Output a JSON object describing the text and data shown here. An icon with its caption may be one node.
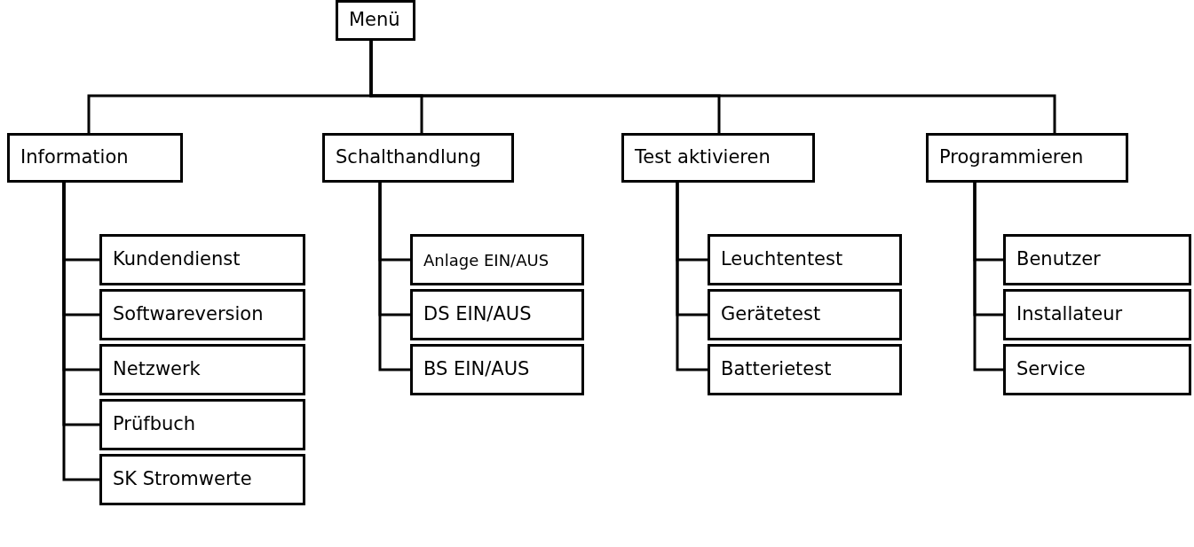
{
  "diagram": {
    "nodes": [
      {
        "text": [
          "Menü"
        ]
      },
      {
        "text": [
          "Information"
        ]
      },
      {
        "text": [
          "Kundendienst"
        ]
      },
      {
        "text": [
          "Softwareversion"
        ]
      },
      {
        "text": [
          "Netzwerk"
        ]
      },
      {
        "text": [
          "Prüfbuch"
        ]
      },
      {
        "text": [
          "SK Stromwerte"
        ]
      },
      {
        "text": [
          "Schalthandlung"
        ]
      },
      {
        "text": [
          "Anlage EIN/AUS"
        ]
      },
      {
        "text": [
          "DS EIN/AUS"
        ]
      },
      {
        "text": [
          "BS EIN/AUS"
        ]
      },
      {
        "text": [
          "Test aktivieren"
        ]
      },
      {
        "text": [
          "Leuchtentest"
        ]
      },
      {
        "text": [
          "Gerätetest"
        ]
      },
      {
        "text": [
          "Batterietest"
        ]
      },
      {
        "text": [
          "Programmieren"
        ]
      },
      {
        "text": [
          "Benutzer"
        ]
      },
      {
        "text": [
          "Installateur"
        ]
      },
      {
        "text": [
          "Service"
        ]
      }
    ],
    "edges": [
      {
        "from": 0,
        "to": 1,
        "arrow": "none"
      },
      {
        "from": 0,
        "to": 7,
        "arrow": "none"
      },
      {
        "from": 0,
        "to": 11,
        "arrow": "none"
      },
      {
        "from": 0,
        "to": 15,
        "arrow": "none"
      },
      {
        "from": 1,
        "to": 2,
        "arrow": "none"
      },
      {
        "from": 1,
        "to": 3,
        "arrow": "none"
      },
      {
        "from": 1,
        "to": 4,
        "arrow": "none"
      },
      {
        "from": 1,
        "to": 5,
        "arrow": "none"
      },
      {
        "from": 1,
        "to": 6,
        "arrow": "none"
      },
      {
        "from": 7,
        "to": 8,
        "arrow": "none"
      },
      {
        "from": 7,
        "to": 9,
        "arrow": "none"
      },
      {
        "from": 7,
        "to": 10,
        "arrow": "none"
      },
      {
        "from": 11,
        "to": 12,
        "arrow": "none"
      },
      {
        "from": 11,
        "to": 13,
        "arrow": "none"
      },
      {
        "from": 11,
        "to": 14,
        "arrow": "none"
      },
      {
        "from": 15,
        "to": 16,
        "arrow": "none"
      },
      {
        "from": 15,
        "to": 17,
        "arrow": "none"
      },
      {
        "from": 15,
        "to": 18,
        "arrow": "none"
      }
    ]
  }
}
